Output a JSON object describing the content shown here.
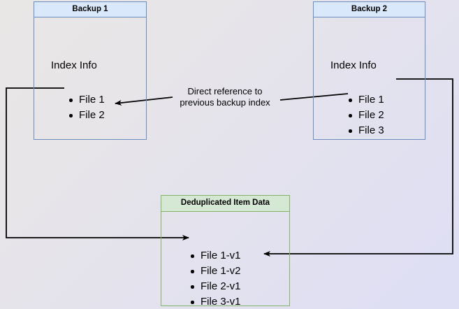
{
  "diagram": {
    "title": "Backup deduplication reference diagram",
    "background": {
      "from": "#e9e6e6",
      "to": "#dedef5"
    },
    "colors": {
      "blue_border": "#6c8ebf",
      "blue_fill": "#dae8fc",
      "green_border": "#82b366",
      "green_fill": "#d5e8d4",
      "edge": "#000000"
    },
    "nodes": {
      "backup1": {
        "header": "Backup 1",
        "subtitle": "Index Info",
        "items": [
          "File 1",
          "File 2"
        ]
      },
      "backup2": {
        "header": "Backup 2",
        "subtitle": "Index Info",
        "items": [
          "File 1",
          "File 2",
          "File 3"
        ]
      },
      "dedup": {
        "header": "Deduplicated Item Data",
        "items": [
          "File 1-v1",
          "File 1-v2",
          "File 2-v1",
          "File 3-v1"
        ]
      }
    },
    "edges": {
      "direct_reference_label": "Direct reference to\nprevious backup index"
    }
  }
}
